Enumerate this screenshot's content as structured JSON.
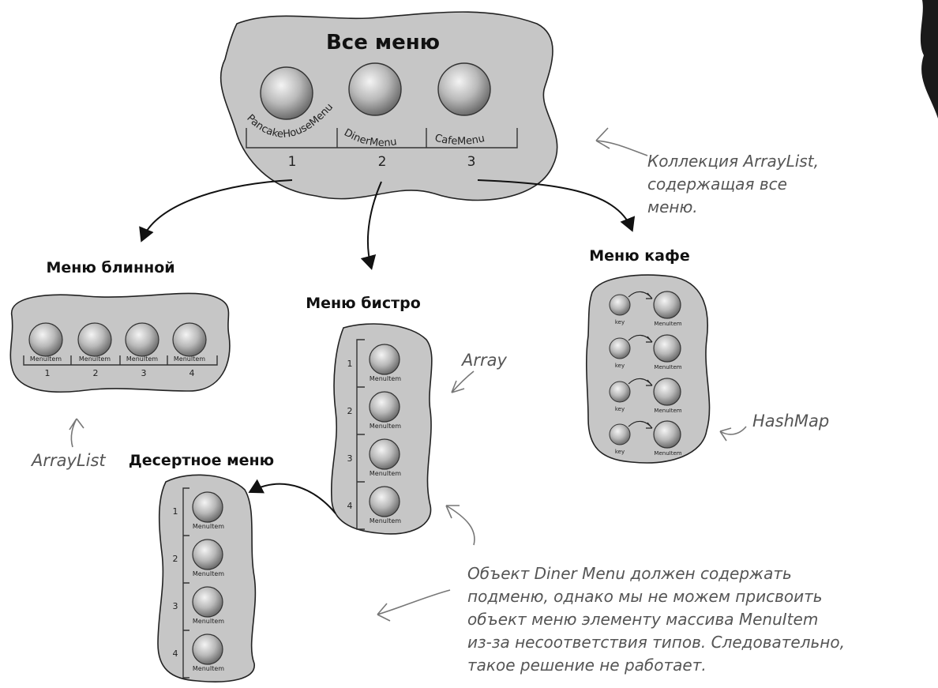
{
  "all_menus": {
    "title": "Все меню",
    "items": [
      "PancakeHouseMenu",
      "DinerMenu",
      "CafeMenu"
    ],
    "indices": [
      "1",
      "2",
      "3"
    ]
  },
  "pancake_menu": {
    "title": "Меню блинной",
    "item_label": "MenuItem",
    "indices": [
      "1",
      "2",
      "3",
      "4"
    ]
  },
  "diner_menu": {
    "title": "Меню бистро",
    "item_label": "MenuItem",
    "indices": [
      "1",
      "2",
      "3",
      "4"
    ]
  },
  "cafe_menu": {
    "title": "Меню кафе",
    "key_label": "key",
    "item_label": "MenuItem"
  },
  "dessert_menu": {
    "title": "Десертное меню",
    "item_label": "MenuItem",
    "indices": [
      "1",
      "2",
      "3",
      "4"
    ]
  },
  "annotations": {
    "arraylist_all": [
      "Коллекция ArrayList,",
      "содержащая все",
      "меню."
    ],
    "arraylist": "ArrayList",
    "array": "Array",
    "hashmap": "HashMap",
    "problem": [
      "Объект Diner Menu должен содержать",
      "подменю, однако мы не можем присвоить",
      "объект меню элементу массива MenuItem",
      "из-за несоответствия типов. Следовательно,",
      "такое решение не работает."
    ]
  }
}
